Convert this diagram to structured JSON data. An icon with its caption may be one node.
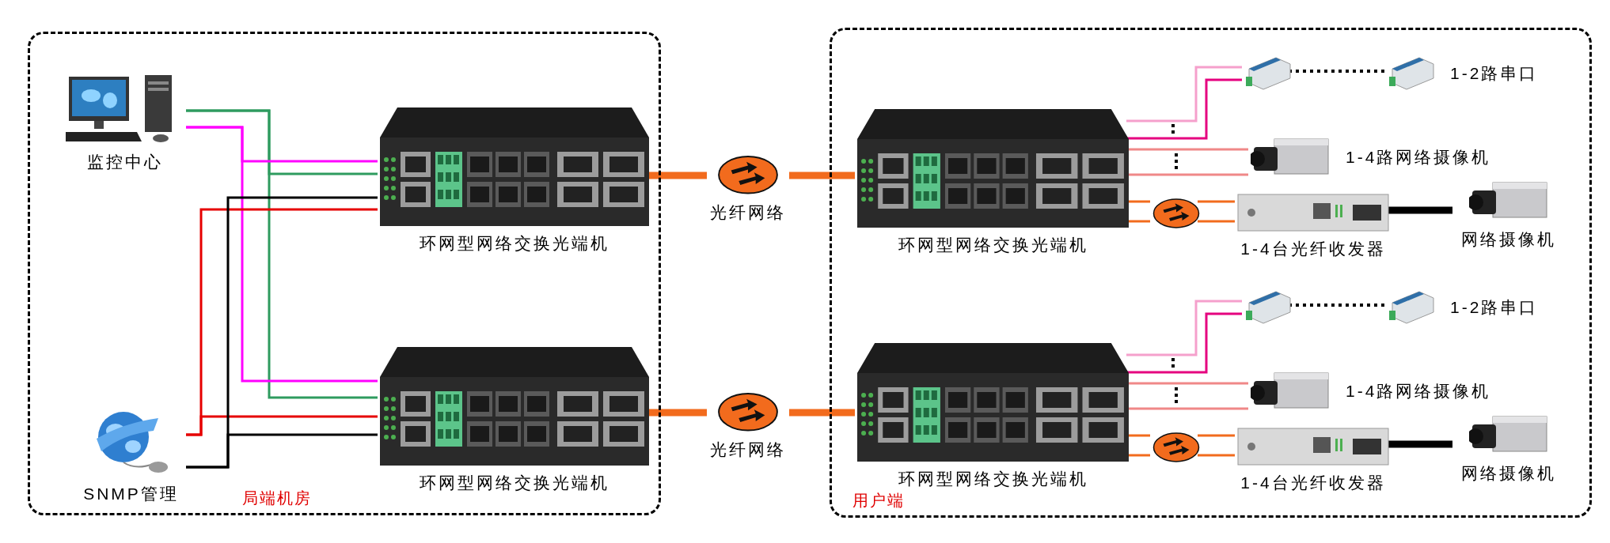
{
  "diagram": {
    "nodes": [
      {
        "text": [
          "局端机房"
        ]
      },
      {
        "text": [
          "用户端"
        ]
      },
      {
        "text": [
          "监控中心"
        ],
        "in": 0
      },
      {
        "text": [
          "SNMP管理"
        ],
        "in": 0
      },
      {
        "text": [
          "环网型网络交换光端机"
        ],
        "in": 0
      },
      {
        "text": [
          "环网型网络交换光端机"
        ],
        "in": 0
      },
      {
        "text": [
          "光纤网络"
        ]
      },
      {
        "text": [
          "光纤网络"
        ]
      },
      {
        "text": [
          "环网型网络交换光端机"
        ],
        "in": 1
      },
      {
        "text": [],
        "shape": "picture",
        "in": 1
      },
      {
        "text": [
          "1-2路串口"
        ],
        "in": 1
      },
      {
        "text": [
          "1-4路网络摄像机"
        ],
        "in": 1
      },
      {
        "text": [],
        "shape": "circle",
        "in": 1
      },
      {
        "text": [
          "1-4台光纤收发器"
        ],
        "in": 1
      },
      {
        "text": [
          "网络摄像机"
        ],
        "in": 1
      },
      {
        "text": [
          "环网型网络交换光端机"
        ],
        "in": 1
      },
      {
        "text": [],
        "shape": "picture",
        "in": 1
      },
      {
        "text": [
          "1-2路串口"
        ],
        "in": 1
      },
      {
        "text": [
          "1-4路网络摄像机"
        ],
        "in": 1
      },
      {
        "text": [],
        "shape": "circle",
        "in": 1
      },
      {
        "text": [
          "1-4台光纤收发器"
        ],
        "in": 1
      },
      {
        "text": [
          "网络摄像机"
        ],
        "in": 1
      }
    ],
    "edges": [
      {
        "from": 2,
        "to": 4,
        "arrow": "none",
        "color": "#2e9b5f"
      },
      {
        "from": 2,
        "to": 5,
        "arrow": "none",
        "color": "#2e9b5f"
      },
      {
        "from": 2,
        "to": 4,
        "arrow": "none",
        "color": "#ff00ff"
      },
      {
        "from": 2,
        "to": 5,
        "arrow": "none",
        "color": "#ff00ff"
      },
      {
        "from": 3,
        "to": 4,
        "arrow": "none",
        "color": "#e60000"
      },
      {
        "from": 3,
        "to": 5,
        "arrow": "none",
        "color": "#e60000"
      },
      {
        "from": 3,
        "to": 4,
        "arrow": "none",
        "color": "#000000"
      },
      {
        "from": 3,
        "to": 5,
        "arrow": "none",
        "color": "#000000"
      },
      {
        "from": 4,
        "to": 6,
        "arrow": "none",
        "style": "thick",
        "color": "#f26b1d"
      },
      {
        "from": 6,
        "to": 8,
        "arrow": "none",
        "style": "thick",
        "color": "#f26b1d"
      },
      {
        "from": 5,
        "to": 7,
        "arrow": "none",
        "style": "thick",
        "color": "#f26b1d"
      },
      {
        "from": 7,
        "to": 15,
        "arrow": "none",
        "style": "thick",
        "color": "#f26b1d"
      },
      {
        "from": 8,
        "to": 9,
        "arrow": "none",
        "color": "#f5a0cc"
      },
      {
        "from": 8,
        "to": 9,
        "arrow": "none",
        "color": "#e5007f"
      },
      {
        "from": 9,
        "to": 10,
        "arrow": "none",
        "style": "dashed",
        "color": "#000000"
      },
      {
        "from": 8,
        "to": 11,
        "arrow": "none",
        "color": "#f08888"
      },
      {
        "from": 8,
        "to": 11,
        "arrow": "none",
        "color": "#f08888"
      },
      {
        "from": 8,
        "to": 12,
        "arrow": "none",
        "color": "#f26b1d"
      },
      {
        "from": 8,
        "to": 12,
        "arrow": "none",
        "color": "#f26b1d"
      },
      {
        "from": 12,
        "to": 13,
        "arrow": "none",
        "color": "#f26b1d"
      },
      {
        "from": 12,
        "to": 13,
        "arrow": "none",
        "color": "#f26b1d"
      },
      {
        "from": 13,
        "to": 14,
        "arrow": "none",
        "style": "thick",
        "color": "#000000"
      },
      {
        "from": 15,
        "to": 16,
        "arrow": "none",
        "color": "#f5a0cc"
      },
      {
        "from": 15,
        "to": 16,
        "arrow": "none",
        "color": "#e5007f"
      },
      {
        "from": 16,
        "to": 17,
        "arrow": "none",
        "style": "dashed",
        "color": "#000000"
      },
      {
        "from": 15,
        "to": 18,
        "arrow": "none",
        "color": "#f08888"
      },
      {
        "from": 15,
        "to": 18,
        "arrow": "none",
        "color": "#f08888"
      },
      {
        "from": 15,
        "to": 19,
        "arrow": "none",
        "color": "#f26b1d"
      },
      {
        "from": 15,
        "to": 19,
        "arrow": "none",
        "color": "#f26b1d"
      },
      {
        "from": 19,
        "to": 20,
        "arrow": "none",
        "color": "#f26b1d"
      },
      {
        "from": 19,
        "to": 20,
        "arrow": "none",
        "color": "#f26b1d"
      },
      {
        "from": 20,
        "to": 21,
        "arrow": "none",
        "style": "thick",
        "color": "#000000"
      }
    ]
  }
}
